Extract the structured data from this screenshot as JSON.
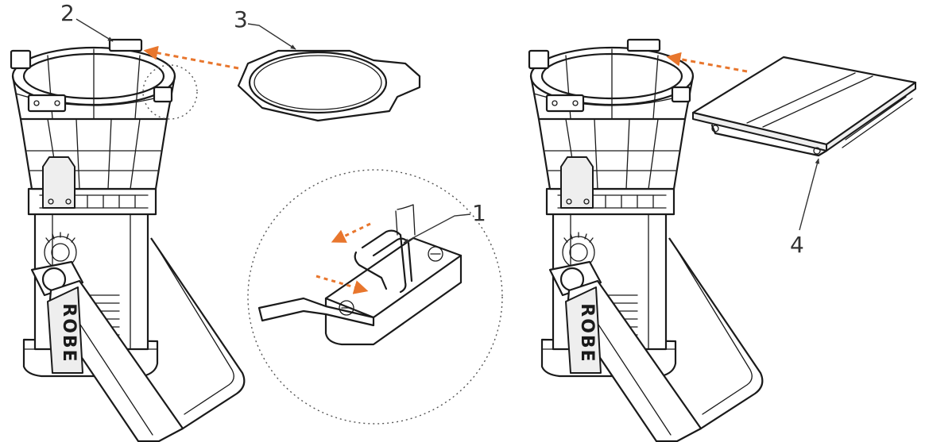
{
  "callouts": {
    "c1": "1",
    "c2": "2",
    "c3": "3",
    "c4": "4"
  },
  "colors": {
    "arrow": "#E8762D",
    "line": "#1A1A1A"
  },
  "brand_mark": "ROBE"
}
